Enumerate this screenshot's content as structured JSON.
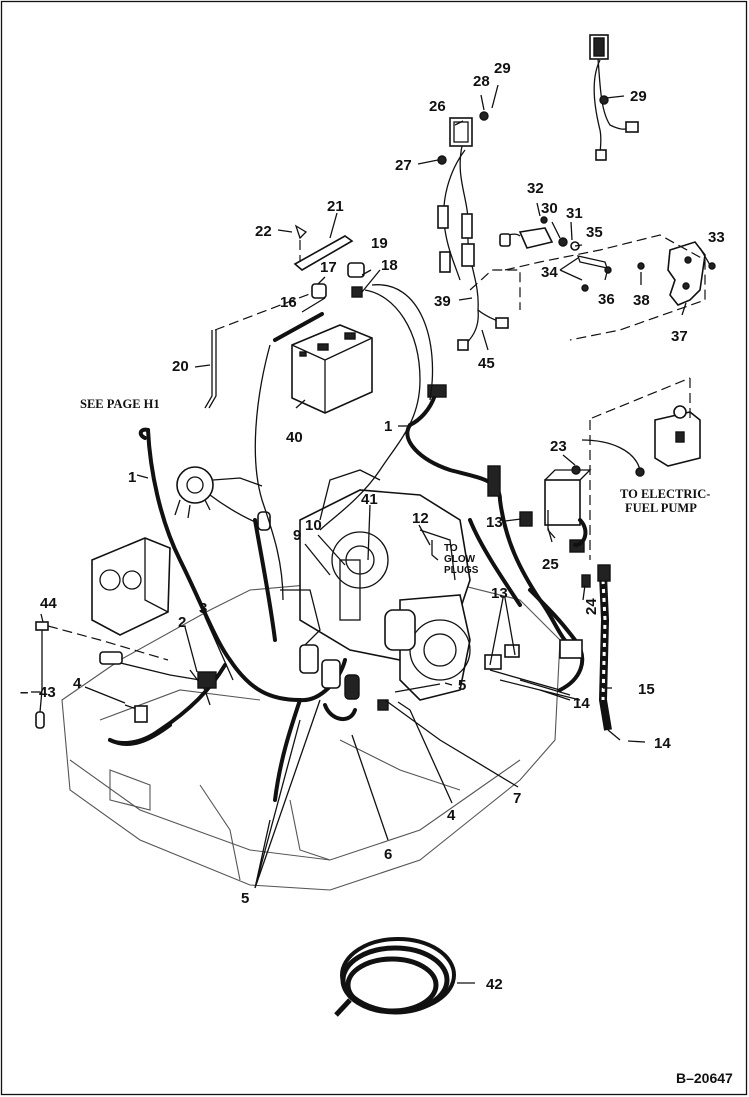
{
  "diagram": {
    "reference_number": "B–20647",
    "notes": {
      "see_page": "SEE PAGE H1",
      "electric_fuel_pump": [
        "TO ELECTRIC-",
        "FUEL PUMP"
      ],
      "glow_plugs": [
        "TO",
        "GLOW",
        "PLUGS"
      ]
    },
    "callouts": {
      "c1a": "1",
      "c1b": "1",
      "c2": "2",
      "c3": "3",
      "c4a": "4",
      "c4b": "4",
      "c5a": "5",
      "c5b": "5",
      "c6": "6",
      "c7": "7",
      "c9": "9",
      "c10": "10",
      "c12": "12",
      "c13a": "13",
      "c13b": "13",
      "c14a": "14",
      "c14b": "14",
      "c15": "15",
      "c16": "16",
      "c17": "17",
      "c18": "18",
      "c19": "19",
      "c20": "20",
      "c21": "21",
      "c22": "22",
      "c23": "23",
      "c24": "24",
      "c25": "25",
      "c26": "26",
      "c27": "27",
      "c28": "28",
      "c29a": "29",
      "c29b": "29",
      "c30": "30",
      "c31": "31",
      "c32": "32",
      "c33": "33",
      "c34": "34",
      "c35": "35",
      "c36": "36",
      "c37": "37",
      "c38": "38",
      "c39": "39",
      "c40": "40",
      "c41": "41",
      "c42": "42",
      "c43": "43",
      "c44": "44",
      "c45": "45"
    }
  }
}
